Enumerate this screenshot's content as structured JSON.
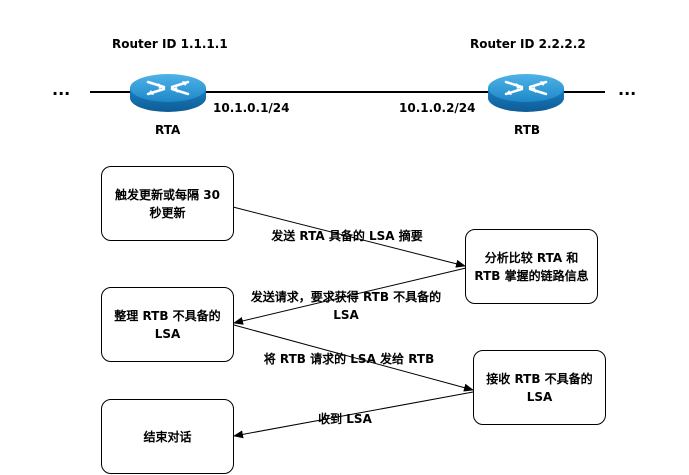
{
  "topology": {
    "left_dots": "...",
    "right_dots": "...",
    "router_a": {
      "id_label": "Router ID 1.1.1.1",
      "name": "RTA",
      "ip": "10.1.0.1/24"
    },
    "router_b": {
      "id_label": "Router ID 2.2.2.2",
      "name": "RTB",
      "ip": "10.1.0.2/24"
    },
    "router_color": "#1e88c8"
  },
  "flow": {
    "boxes": {
      "trigger": "触发更新或每隔 30 秒更新",
      "analyze": "分析比较 RTA 和 RTB 掌握的链路信息",
      "organize": "整理 RTB 不具备的 LSA",
      "receive": "接收 RTB 不具备的 LSA",
      "end": "结束对话"
    },
    "messages": {
      "send_summary": "发送 RTA 具备的 LSA 摘要",
      "send_request": "发送请求，要求获得 RTB 不具备的 LSA",
      "send_lsa": "将 RTB 请求的 LSA 发给 RTB",
      "received": "收到 LSA"
    }
  }
}
